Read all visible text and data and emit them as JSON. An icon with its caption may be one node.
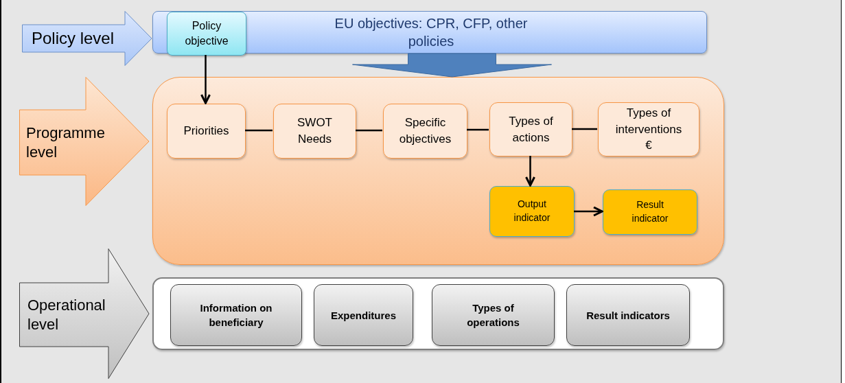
{
  "diagram": {
    "nodes": [
      {
        "text": [
          "Policy level"
        ]
      },
      {
        "text": [
          "EU objectives: CPR, CFP, other policies"
        ]
      },
      {
        "text": [
          "Policy objective"
        ],
        "in": 1
      },
      {
        "text": [
          "Programme level"
        ]
      },
      {
        "text": [],
        "shape": "box"
      },
      {
        "text": [
          "Priorities"
        ],
        "in": 4
      },
      {
        "text": [
          "SWOT Needs"
        ],
        "in": 4
      },
      {
        "text": [
          "Specific objectives"
        ],
        "in": 4
      },
      {
        "text": [
          "Types of actions"
        ],
        "in": 4
      },
      {
        "text": [
          "Types of interventions €"
        ],
        "in": 4
      },
      {
        "text": [
          "Output indicator"
        ],
        "in": 4
      },
      {
        "text": [
          "Result indicator"
        ],
        "in": 4
      },
      {
        "text": [
          "Operational level"
        ]
      },
      {
        "text": [],
        "shape": "box"
      },
      {
        "text": [
          "Information on beneficiary"
        ],
        "in": 13
      },
      {
        "text": [
          "Expenditures"
        ],
        "in": 13
      },
      {
        "text": [
          "Types of operations"
        ],
        "in": 13
      },
      {
        "text": [
          "Result indicators"
        ],
        "in": 13
      }
    ],
    "edges": [
      {
        "from": 2,
        "to": 5,
        "arrow": "to"
      },
      {
        "from": 5,
        "to": 6,
        "arrow": "none"
      },
      {
        "from": 6,
        "to": 7,
        "arrow": "none"
      },
      {
        "from": 7,
        "to": 8,
        "arrow": "none"
      },
      {
        "from": 8,
        "to": 9,
        "arrow": "none"
      },
      {
        "from": 8,
        "to": 10,
        "arrow": "to"
      },
      {
        "from": 10,
        "to": 11,
        "arrow": "to"
      },
      {
        "from": 1,
        "to": 4,
        "arrow": "to",
        "style": "thick",
        "color": "#4f81bd"
      }
    ]
  }
}
